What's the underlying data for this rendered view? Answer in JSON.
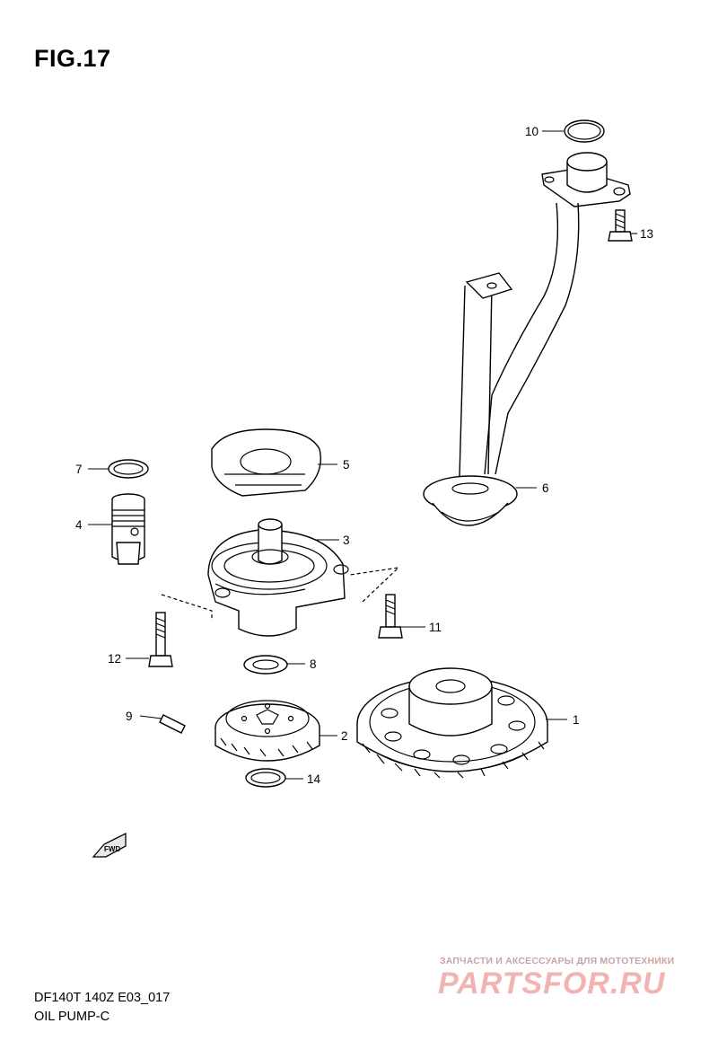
{
  "figure": {
    "title": "FIG.17",
    "code": "DF140T 140Z E03_017",
    "name": "OIL PUMP-C"
  },
  "callouts": [
    "1",
    "2",
    "3",
    "4",
    "5",
    "6",
    "7",
    "8",
    "9",
    "10",
    "11",
    "12",
    "13",
    "14"
  ],
  "fwd_label": "FWD",
  "watermark": {
    "subtitle": "ЗАПЧАСТИ И АКСЕССУАРЫ ДЛЯ МОТОТЕХНИКИ",
    "logo": "PARTSFOR.RU"
  }
}
